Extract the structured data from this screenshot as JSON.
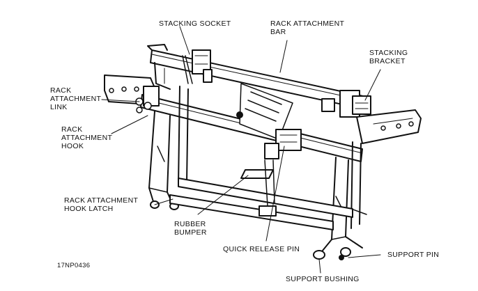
{
  "figure_id": "17NP0436",
  "labels": {
    "stacking_socket": [
      "STACKING SOCKET"
    ],
    "rack_attachment_bar": [
      "RACK ATTACHMENT",
      "BAR"
    ],
    "stacking_bracket": [
      "STACKING",
      "BRACKET"
    ],
    "rack_attachment_link": [
      "RACK",
      "ATTACHMENT",
      "LINK"
    ],
    "rack_attachment_hook": [
      "RACK",
      "ATTACHMENT",
      "HOOK"
    ],
    "rack_attachment_hook_latch": [
      "RACK ATTACHMENT",
      "HOOK LATCH"
    ],
    "rubber_bumper": [
      "RUBBER",
      "BUMPER"
    ],
    "quick_release_pin": [
      "QUICK RELEASE PIN"
    ],
    "support_pin": [
      "SUPPORT PIN"
    ],
    "support_bushing": [
      "SUPPORT BUSHING"
    ]
  },
  "colors": {
    "ink": "#111111",
    "paper": "#ffffff"
  }
}
